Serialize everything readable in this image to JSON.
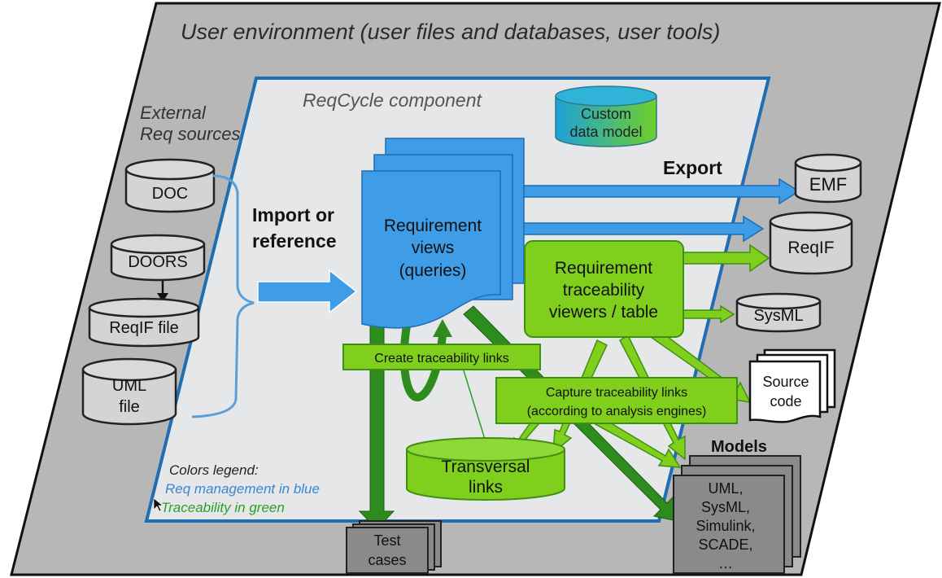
{
  "user_env": {
    "title": "User environment (user files and databases, user tools)"
  },
  "external_sources": {
    "title_line1": "External",
    "title_line2": "Req sources",
    "items": {
      "doc": "DOC",
      "doors": "DOORS",
      "reqif": "ReqIF file",
      "uml_line1": "UML",
      "uml_line2": "file"
    }
  },
  "reqcycle": {
    "title": "ReqCycle  component",
    "custom_model_line1": "Custom",
    "custom_model_line2": "data model",
    "import_line1": "Import or",
    "import_line2": "reference",
    "req_views_line1": "Requirement",
    "req_views_line2": "views",
    "req_views_line3": "(queries)",
    "export_label": "Export",
    "trace_viewer_line1": "Requirement",
    "trace_viewer_line2": "traceability",
    "trace_viewer_line3": "viewers / table",
    "create_links": "Create traceability links",
    "capture_line1": "Capture traceability links",
    "capture_line2": "(according to analysis engines)",
    "transversal_line1": "Transversal",
    "transversal_line2": "links",
    "legend_title": "Colors legend:",
    "legend_blue": "Req management in blue",
    "legend_green": "Traceability in green"
  },
  "outputs": {
    "emf": "EMF",
    "reqif": "ReqIF",
    "sysml": "SysML",
    "source_line1": "Source",
    "source_line2": "code",
    "models_title": "Models",
    "models_line1": "UML,",
    "models_line2": "SysML,",
    "models_line3": "Simulink,",
    "models_line4": "SCADE,",
    "models_line5": "…",
    "test_line1": "Test",
    "test_line2": "cases"
  },
  "colors": {
    "env_gray": "#b7b7b7",
    "component_fill": "#e8e8e8",
    "component_border": "#1f6db3",
    "req_blue": "#3f9de8",
    "trace_green": "#7fcf1c",
    "dark_green": "#2e8b1e",
    "legend_blue_text": "#3a85d6",
    "legend_green_text": "#2aa02a"
  }
}
